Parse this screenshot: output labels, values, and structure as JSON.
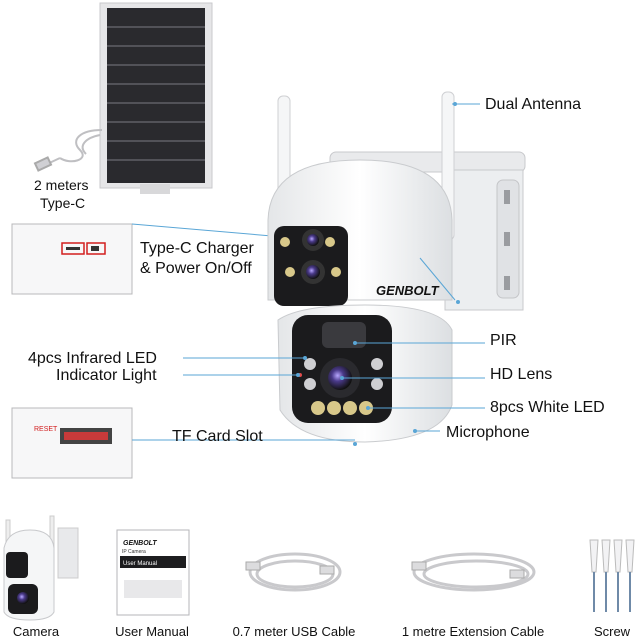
{
  "brand": "GENBOLT",
  "callouts": {
    "dual_antenna": "Dual Antenna",
    "cable_length": "2 meters",
    "cable_type": "Type-C",
    "charger_line1": "Type-C Charger",
    "charger_line2": "& Power On/Off",
    "pir": "PIR",
    "infrared_led": "4pcs Infrared LED",
    "indicator_light": "Indicator Light",
    "hd_lens": "HD Lens",
    "white_led": "8pcs White LED",
    "tf_card_slot": "TF Card Slot",
    "microphone": "Microphone"
  },
  "reset_label": "RESET",
  "manual": {
    "brand": "GENBOLT",
    "line1": "IP Camera",
    "line2": "User Manual"
  },
  "accessories": [
    {
      "label": "Camera"
    },
    {
      "label": "User Manual"
    },
    {
      "label": "0.7 meter USB Cable"
    },
    {
      "label": "1 metre Extension Cable"
    },
    {
      "label": "Screw"
    }
  ],
  "colors": {
    "camera_white": "#f2f3f4",
    "lens_black": "#1b1b1d",
    "led_yellow": "#d8c88a",
    "solar_dark": "#2a2a2e",
    "leader_line": "#5aa6d6"
  }
}
